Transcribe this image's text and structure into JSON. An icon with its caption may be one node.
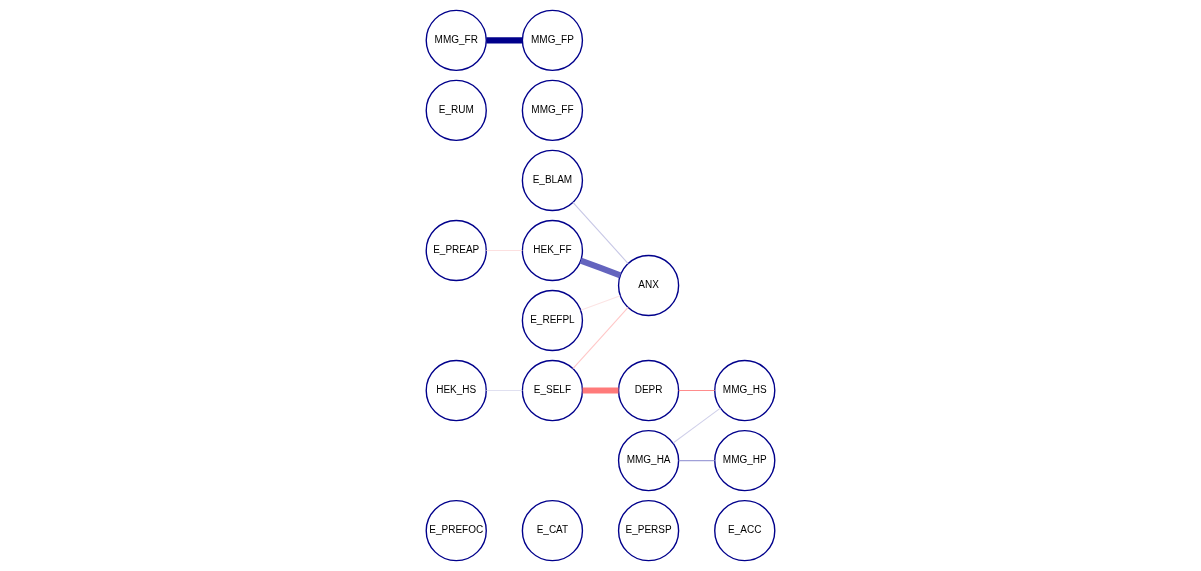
{
  "diagram": {
    "nodes": [
      {
        "text": [
          "E_PREFOC"
        ]
      },
      {
        "text": [
          "E_BLAM"
        ]
      },
      {
        "text": [
          "HEK_HS"
        ]
      },
      {
        "text": [
          "HEK_FF"
        ]
      },
      {
        "text": [
          "ANX"
        ]
      },
      {
        "text": [
          "E_REFPL"
        ]
      },
      {
        "text": [
          "E_SELF"
        ]
      },
      {
        "text": [
          "DEPR"
        ]
      },
      {
        "text": [
          "E_PREAP"
        ]
      },
      {
        "text": [
          "E_CAT"
        ]
      },
      {
        "text": [
          "MMG_HS"
        ]
      },
      {
        "text": [
          "E_PERSP"
        ]
      },
      {
        "text": [
          "E_ACC"
        ]
      },
      {
        "text": [
          "E_RUM"
        ]
      },
      {
        "text": [
          "MMG_HA"
        ]
      },
      {
        "text": [
          "MMG_HP"
        ]
      },
      {
        "text": [
          "MMG_FR"
        ]
      },
      {
        "text": [
          "MMG_FP"
        ]
      },
      {
        "text": [
          "MMG_FF"
        ]
      }
    ],
    "edges": [
      {
        "from": 1,
        "to": 4,
        "arrow": "none",
        "color": "#c8c8e6"
      },
      {
        "from": 5,
        "to": 4,
        "arrow": "none",
        "color": "#fce4e4"
      },
      {
        "from": 8,
        "to": 3,
        "arrow": "none",
        "color": "#fce0e0"
      },
      {
        "from": 2,
        "to": 6,
        "arrow": "none",
        "color": "#e0e0f0"
      },
      {
        "from": 3,
        "to": 4,
        "arrow": "none",
        "style": "thick",
        "color": "#6464be"
      },
      {
        "from": 6,
        "to": 4,
        "arrow": "none",
        "color": "#ffc8c8"
      },
      {
        "from": 6,
        "to": 7,
        "arrow": "none",
        "style": "thick",
        "color": "#ff7a7a"
      },
      {
        "from": 7,
        "to": 10,
        "arrow": "none",
        "color": "#ff8c8c"
      },
      {
        "from": 14,
        "to": 10,
        "arrow": "none",
        "color": "#d0d0ea"
      },
      {
        "from": 14,
        "to": 15,
        "arrow": "none",
        "color": "#a0a0d8"
      },
      {
        "from": 16,
        "to": 17,
        "arrow": "none",
        "style": "thick",
        "color": "#00008b"
      }
    ]
  }
}
